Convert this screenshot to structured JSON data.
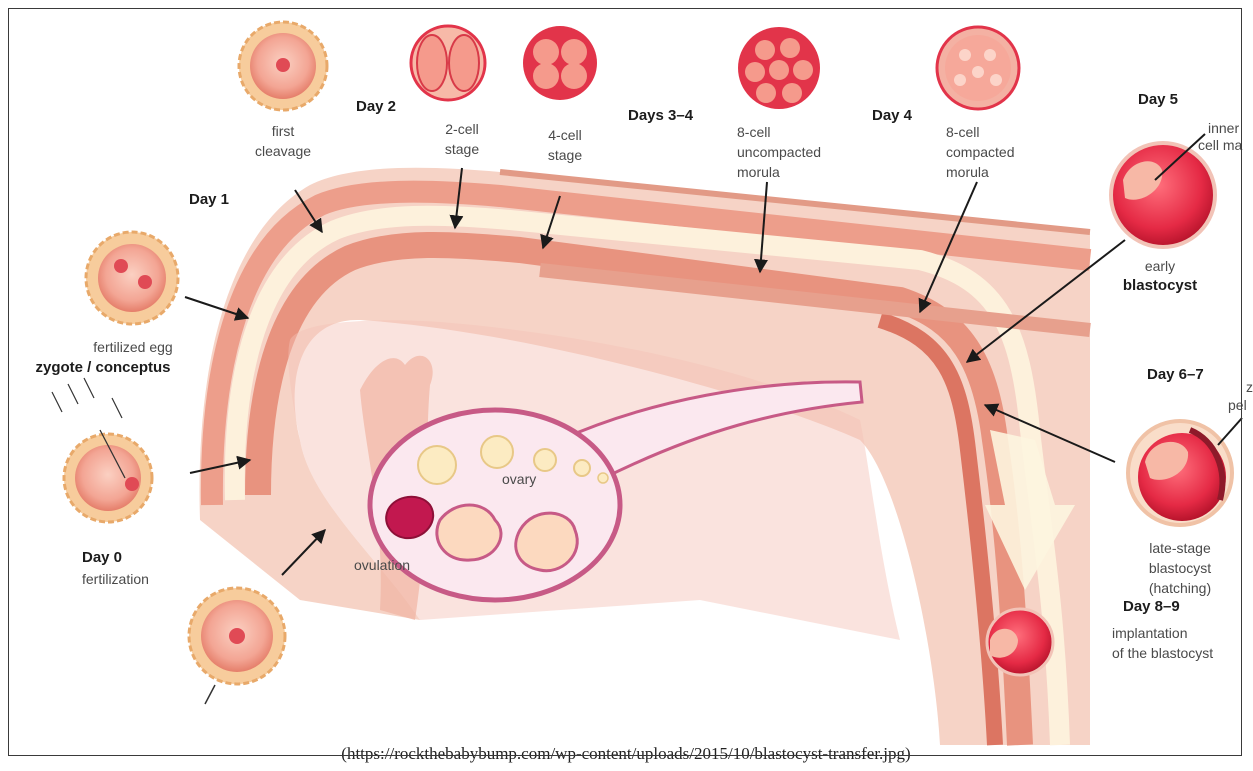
{
  "labels": {
    "first_cleavage_1": "first",
    "first_cleavage_2": "cleavage",
    "day2": "Day 2",
    "two_cell_1": "2-cell",
    "two_cell_2": "stage",
    "four_cell_1": "4-cell",
    "four_cell_2": "stage",
    "days34": "Days 3–4",
    "uncompacted_1": "8-cell",
    "uncompacted_2": "uncompacted",
    "uncompacted_3": "morula",
    "day4": "Day 4",
    "compacted_1": "8-cell",
    "compacted_2": "compacted",
    "compacted_3": "morula",
    "day5": "Day 5",
    "inner_cell_1": "inner",
    "inner_cell_2": "cell ma",
    "early": "early",
    "blastocyst": "blastocyst",
    "day1": "Day 1",
    "fertilized_egg": "fertilized egg",
    "zygote": "zygote / conceptus",
    "day67": "Day 6–7",
    "zona_1": "z",
    "zona_2": "pel",
    "ovary": "ovary",
    "ovulation": "ovulation",
    "day0": "Day 0",
    "fertilization": "fertilization",
    "late_stage_1": "late-stage",
    "late_stage_2": "blastocyst",
    "late_stage_3": "(hatching)",
    "day89": "Day 8–9",
    "implantation_1": "implantation",
    "implantation_2": "of the blastocyst",
    "caption": "(https://rockthebabybump.com/wp-content/uploads/2015/10/blastocyst-transfer.jpg)"
  },
  "colors": {
    "tube_outer": "#f6d3c6",
    "tube_band": "#e99e8c",
    "tube_dark": "#d8705f",
    "tube_light": "#fdf1dc",
    "ovary_fill": "#fbe8ef",
    "ovary_edge": "#c75a86",
    "cell_red": "#e2344a",
    "cell_pink": "#f2a091",
    "corona": "#f7cc9c"
  }
}
